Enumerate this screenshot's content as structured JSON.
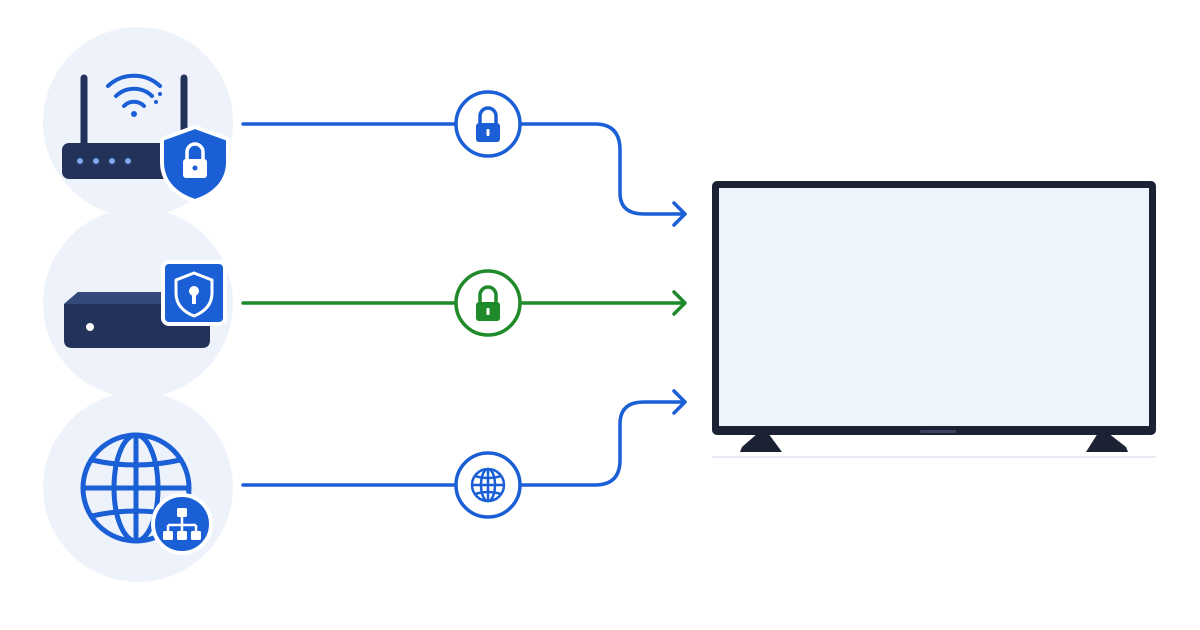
{
  "colors": {
    "background": "#ffffff",
    "circle_fill": "#eef3fb",
    "device_navy": "#22325a",
    "accent_blue": "#1a5fd6",
    "accent_green": "#1e8a2a",
    "tv_bezel": "#1b2233",
    "tv_screen": "#eef4fc"
  },
  "sources": [
    {
      "name": "router",
      "device_icon": "wifi-router-icon",
      "badge_icon": "shield-lock-icon",
      "connector_icon": "padlock-icon",
      "line_color": "#1a5fd6"
    },
    {
      "name": "set-top-box",
      "device_icon": "set-top-box-icon",
      "badge_icon": "shield-keyhole-icon",
      "connector_icon": "padlock-icon",
      "line_color": "#1e8a2a"
    },
    {
      "name": "internet",
      "device_icon": "globe-icon",
      "badge_icon": "network-hierarchy-icon",
      "connector_icon": "globe-icon",
      "line_color": "#1a5fd6"
    }
  ],
  "target": {
    "name": "television",
    "icon": "tv-icon"
  }
}
